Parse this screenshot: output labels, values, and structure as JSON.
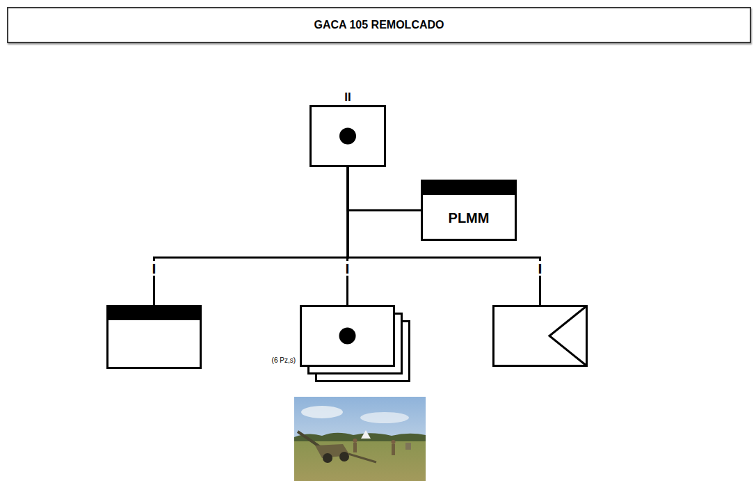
{
  "diagram": {
    "title": "GACA 105 REMOLCADO",
    "nodes": [
      {
        "text": [
          "II"
        ]
      },
      {
        "text": [
          "PLMM"
        ]
      },
      {
        "text": [
          "I"
        ]
      },
      {
        "text": [
          "I",
          "(6 Pz,s)"
        ]
      },
      {
        "text": [
          "I"
        ]
      }
    ],
    "edges": [
      {
        "from": 0,
        "to": 1,
        "arrow": "none"
      },
      {
        "from": 0,
        "to": 2,
        "arrow": "none"
      },
      {
        "from": 0,
        "to": 3,
        "arrow": "none"
      },
      {
        "from": 0,
        "to": 4,
        "arrow": "none"
      }
    ]
  }
}
